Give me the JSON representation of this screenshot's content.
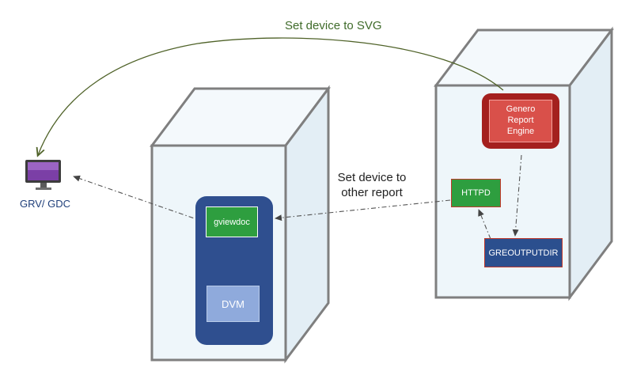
{
  "labels": {
    "set_device_svg": "Set device to SVG",
    "set_device_other_line1": "Set device to",
    "set_device_other_line2": "other report",
    "client_label": "GRV/ GDC"
  },
  "nodes": {
    "engine": {
      "line1": "Genero",
      "line2": "Report",
      "line3": "Engine"
    },
    "httpd": "HTTPD",
    "greoutputdir": "GREOUTPUTDIR",
    "gviewdoc": "gviewdoc",
    "dvm": "DVM"
  },
  "colors": {
    "server_face": "#eef6fa",
    "server_edge": "#7f7f7f",
    "engine_outer": "#a4201e",
    "engine_inner": "#d9504a",
    "green_box": "#2e9e3f",
    "dir_box": "#2b4f8e",
    "dvm_container": "#2f4f8f",
    "dvm_box": "#8faadc",
    "svg_arrow": "#4f6228",
    "svg_label": "#3f6b2a",
    "dash_arrow": "#555555",
    "label_text": "#222222",
    "client_text": "#1f3f7a"
  }
}
